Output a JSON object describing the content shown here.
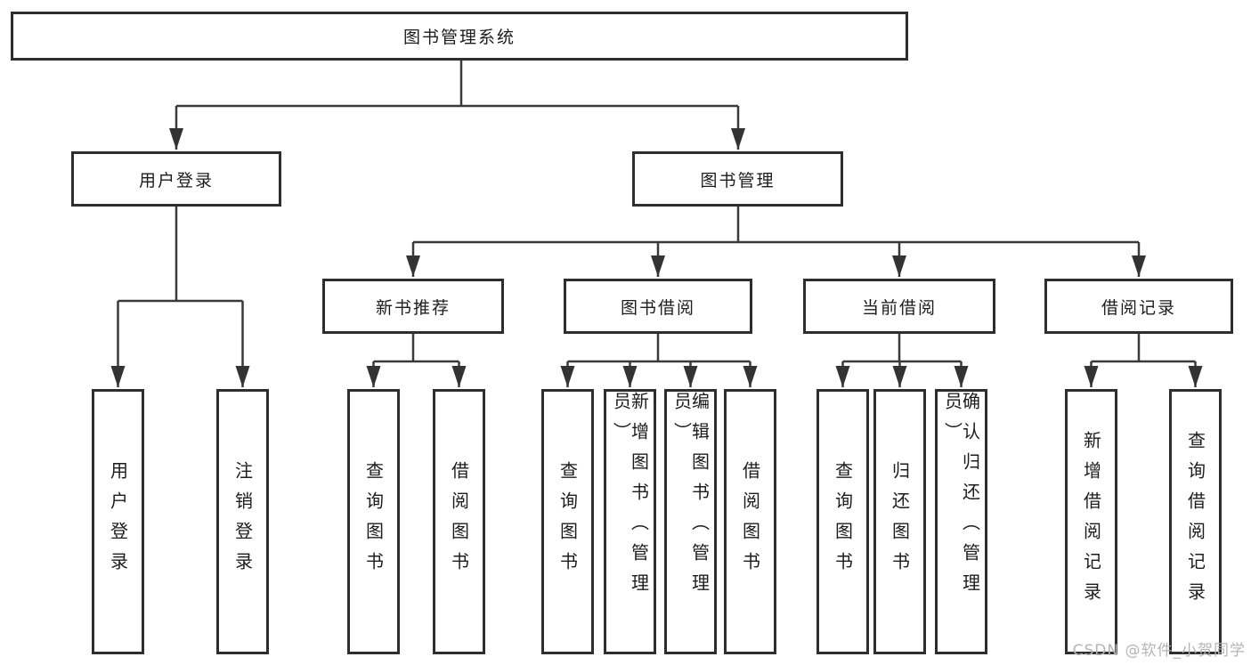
{
  "diagram": {
    "type": "tree",
    "root": {
      "label": "图书管理系统"
    },
    "branches": [
      {
        "label": "用户登录",
        "children": [
          {
            "label": "用户登录"
          },
          {
            "label": "注销登录"
          }
        ]
      },
      {
        "label": "图书管理",
        "children": [
          {
            "label": "新书推荐",
            "children": [
              {
                "label": "查询图书"
              },
              {
                "label": "借阅图书"
              }
            ]
          },
          {
            "label": "图书借阅",
            "children": [
              {
                "label": "查询图书"
              },
              {
                "label": "新增图书（管理员）"
              },
              {
                "label": "编辑图书（管理员）"
              },
              {
                "label": "借阅图书"
              }
            ]
          },
          {
            "label": "当前借阅",
            "children": [
              {
                "label": "查询图书"
              },
              {
                "label": "归还图书"
              },
              {
                "label": "确认归还（管理员）"
              }
            ]
          },
          {
            "label": "借阅记录",
            "children": [
              {
                "label": "新增借阅记录"
              },
              {
                "label": "查询借阅记录"
              }
            ]
          }
        ]
      }
    ]
  },
  "watermark": {
    "text": "CSDN @软件_小贺同学"
  },
  "colors": {
    "line": "#3a3a3a",
    "box_border": "#2e2e2e",
    "text": "#1c1c1c",
    "watermark": "#b5b5b5",
    "background": "#ffffff"
  }
}
